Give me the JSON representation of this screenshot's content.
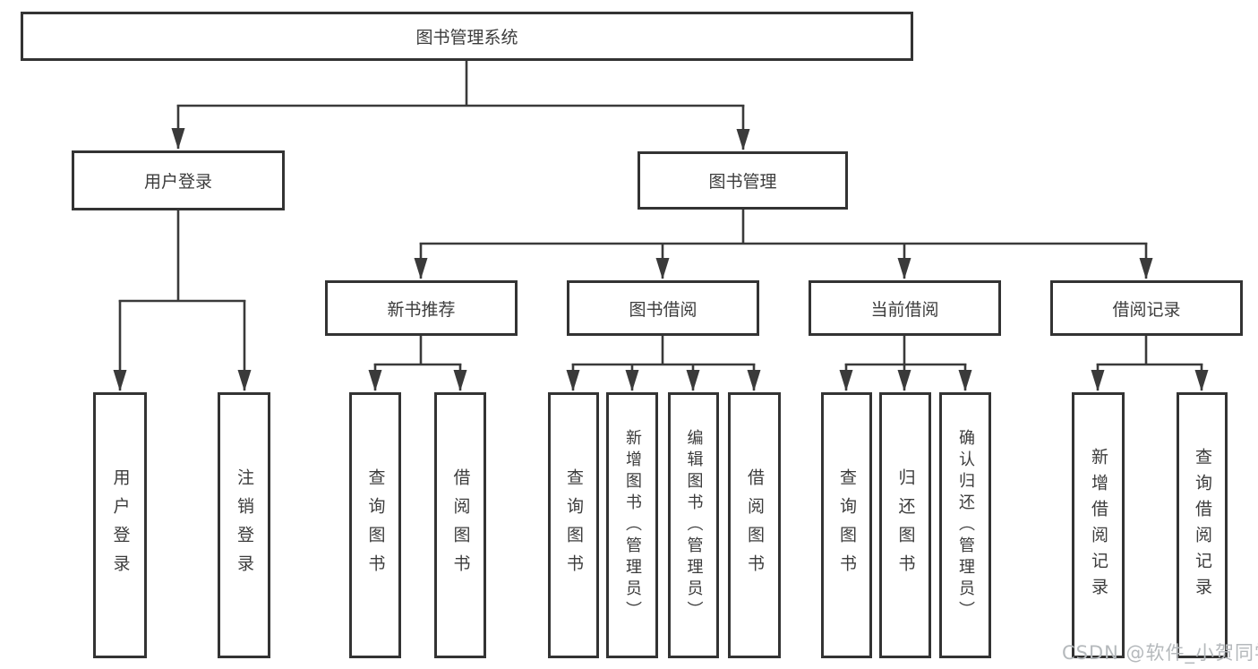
{
  "diagram": {
    "root": {
      "label": "图书管理系统"
    },
    "level2": [
      {
        "label": "用户登录"
      },
      {
        "label": "图书管理"
      }
    ],
    "level3": [
      {
        "label": "新书推荐"
      },
      {
        "label": "图书借阅"
      },
      {
        "label": "当前借阅"
      },
      {
        "label": "借阅记录"
      }
    ],
    "leaves": {
      "user_login": [
        "用户登录",
        "注销登录"
      ],
      "new_book_rec": [
        "查询图书",
        "借阅图书"
      ],
      "book_borrow": [
        "查询图书",
        "新增图书（管理员）",
        "编辑图书（管理员）",
        "借阅图书"
      ],
      "current_borrow": [
        "查询图书",
        "归还图书",
        "确认归还（管理员）"
      ],
      "borrow_record": [
        "新增借阅记录",
        "查询借阅记录"
      ]
    }
  },
  "watermark": {
    "text": "CSDN @软件_小贺同学"
  },
  "colors": {
    "box_border": "#333333",
    "connector_line": "#3a3a3a",
    "text": "#3c3c3c",
    "watermark_text": "#b5b9bc",
    "background": "#ffffff"
  }
}
